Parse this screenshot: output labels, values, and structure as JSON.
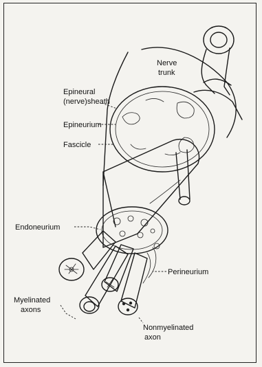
{
  "labels": {
    "nerve_trunk_1": "Nerve",
    "nerve_trunk_2": "trunk",
    "epineural_1": "Epineural",
    "epineural_2": "(nerve)sheath",
    "epineurium": "Epineurium",
    "fascicle": "Fascicle",
    "endoneurium": "Endoneurium",
    "perineurium": "Perineurium",
    "myelinated_1": "Myelinated",
    "myelinated_2": "axons",
    "nonmyelinated_1": "Nonmyelinated",
    "nonmyelinated_2": "axon"
  }
}
